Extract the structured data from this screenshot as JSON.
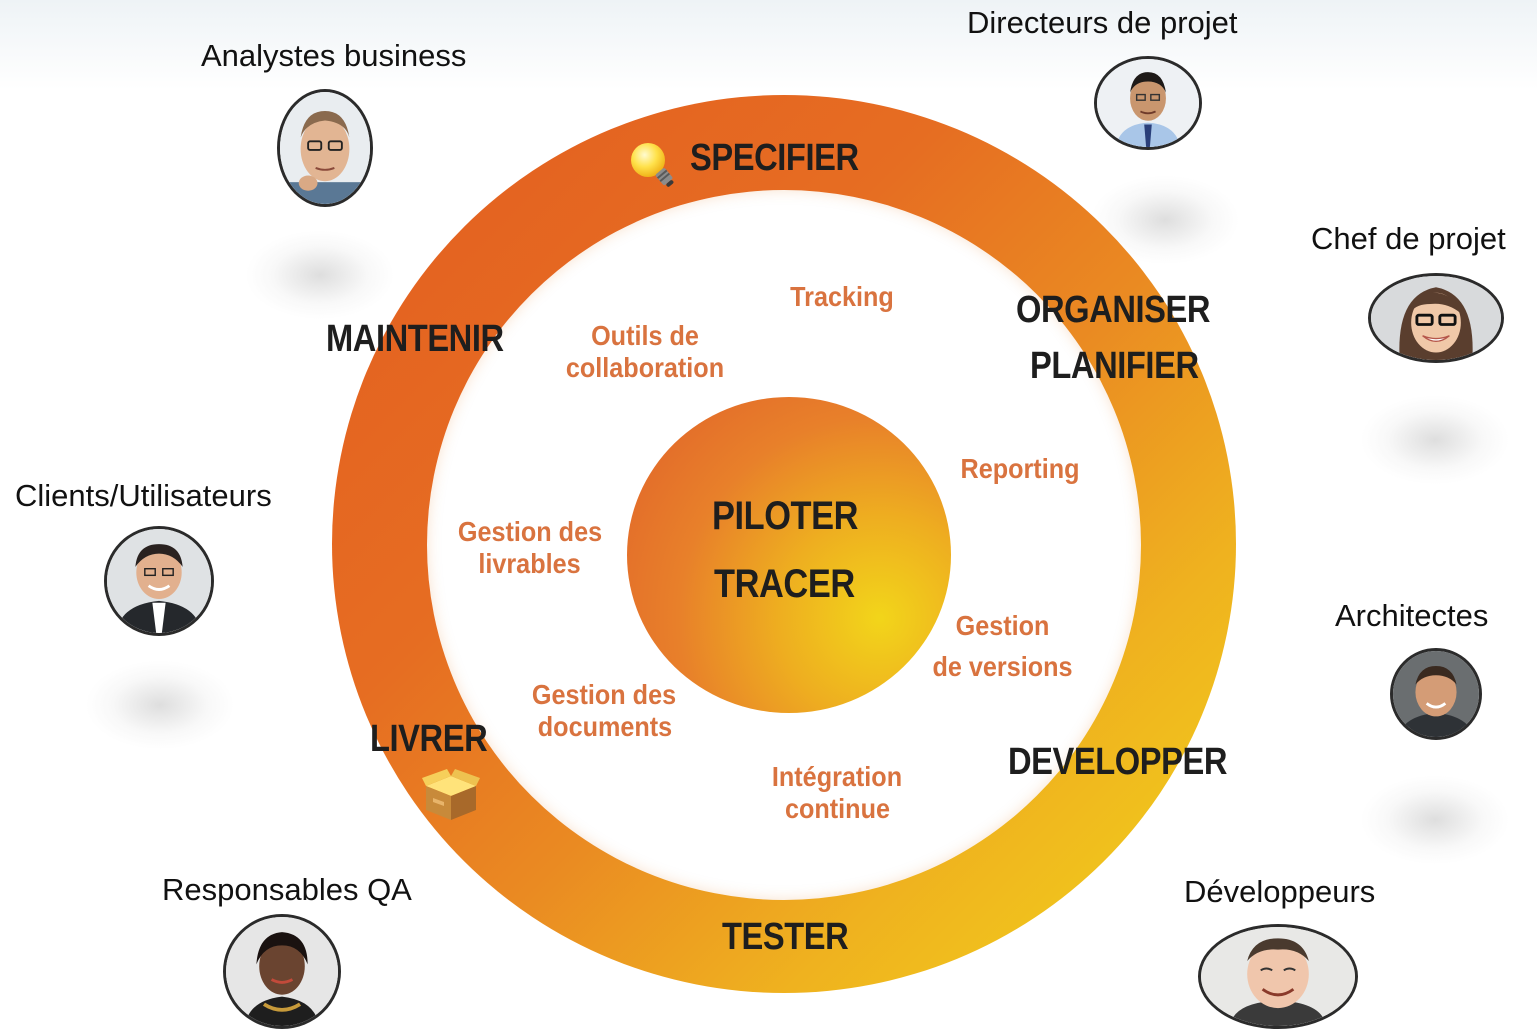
{
  "center": {
    "line1": "PILOTER",
    "line2": "TRACER"
  },
  "phases": {
    "specifier": "SPECIFIER",
    "organiser": "ORGANISER",
    "planifier": "PLANIFIER",
    "developper": "DEVELOPPER",
    "tester": "TESTER",
    "livrer": "LIVRER",
    "maintenir": "MAINTENIR"
  },
  "tools": {
    "tracking": "Tracking",
    "collab_1": "Outils de",
    "collab_2": "collaboration",
    "reporting": "Reporting",
    "versions_1": "Gestion",
    "versions_2": "de versions",
    "integration_1": "Intégration",
    "integration_2": "continue",
    "documents_1": "Gestion des",
    "documents_2": "documents",
    "livrables_1": "Gestion des",
    "livrables_2": "livrables"
  },
  "roles": {
    "analystes": "Analystes business",
    "directeurs": "Directeurs de projet",
    "chef": "Chef de projet",
    "architectes": "Architectes",
    "developpeurs": "Développeurs",
    "qa": "Responsables QA",
    "clients": "Clients/Utilisateurs"
  },
  "icons": {
    "specifier": "lightbulb-icon",
    "livrer": "package-box-icon"
  },
  "colors": {
    "ring_start": "#e35d20",
    "ring_end": "#f2d51a",
    "tool_text": "#d9733f",
    "phase_text": "#1e1e1e"
  }
}
